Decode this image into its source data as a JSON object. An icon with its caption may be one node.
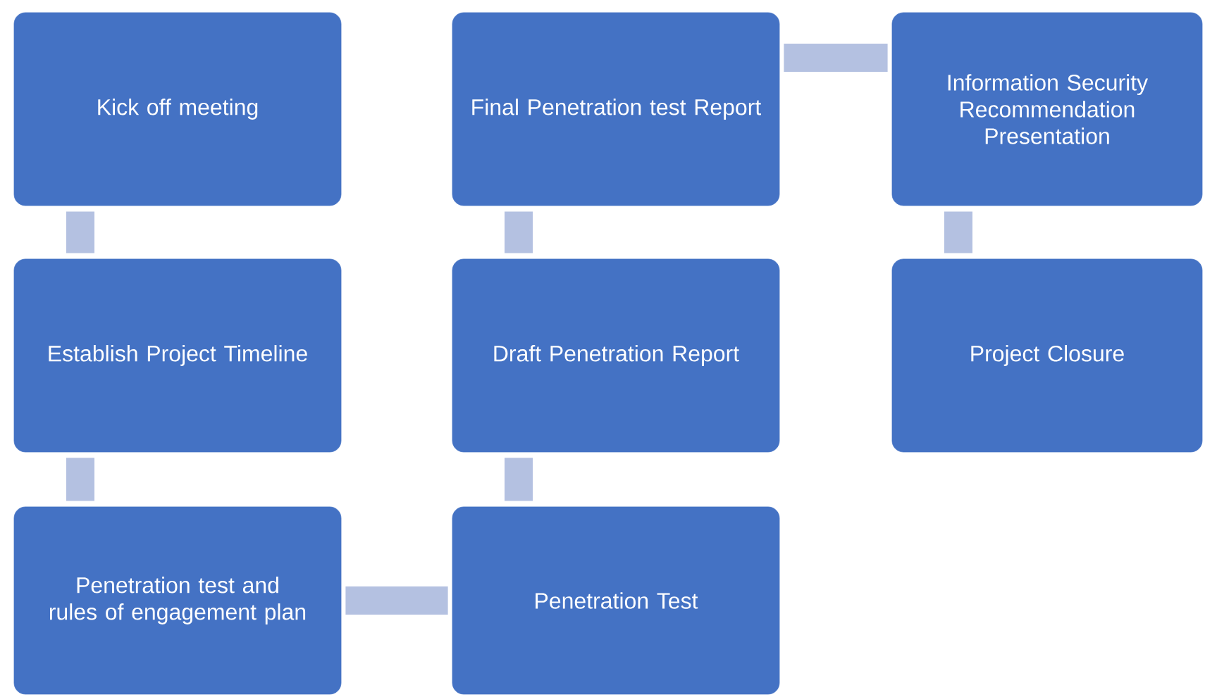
{
  "diagram": {
    "nodes": [
      {
        "text": [
          "Kick off meeting"
        ]
      },
      {
        "text": [
          "Establish Project Timeline"
        ]
      },
      {
        "text": [
          "Penetration test and rules of engagement plan"
        ]
      },
      {
        "text": [
          "Penetration Test"
        ]
      },
      {
        "text": [
          "Draft Penetration Report"
        ]
      },
      {
        "text": [
          "Final Penetration test Report"
        ]
      },
      {
        "text": [
          "Information Security Recommendation Presentation"
        ]
      },
      {
        "text": [
          "Project Closure"
        ]
      }
    ],
    "edges": [
      {
        "from": 0,
        "to": 1,
        "arrow": "none"
      },
      {
        "from": 1,
        "to": 2,
        "arrow": "none"
      },
      {
        "from": 2,
        "to": 3,
        "arrow": "none"
      },
      {
        "from": 3,
        "to": 4,
        "arrow": "none"
      },
      {
        "from": 4,
        "to": 5,
        "arrow": "none"
      },
      {
        "from": 5,
        "to": 6,
        "arrow": "none"
      },
      {
        "from": 6,
        "to": 7,
        "arrow": "none"
      }
    ]
  }
}
